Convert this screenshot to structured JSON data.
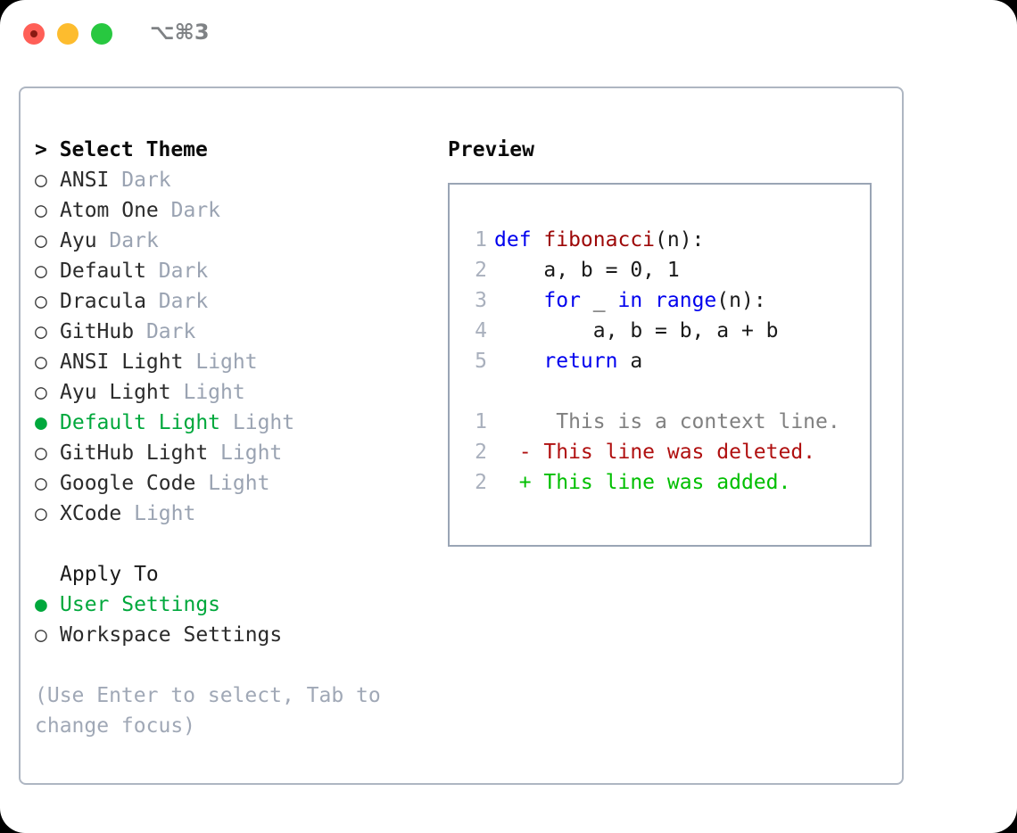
{
  "titlebar": {
    "shortcut": "⌥⌘3",
    "buttons": [
      {
        "name": "close",
        "color": "#ff5f57"
      },
      {
        "name": "minimize",
        "color": "#fdbc2e"
      },
      {
        "name": "maximize",
        "color": "#28c840"
      }
    ]
  },
  "theme_list": {
    "header": "> Select Theme",
    "items": [
      {
        "marker": "○",
        "name": "ANSI",
        "tag": "Dark",
        "selected": false
      },
      {
        "marker": "○",
        "name": "Atom One",
        "tag": "Dark",
        "selected": false
      },
      {
        "marker": "○",
        "name": "Ayu",
        "tag": "Dark",
        "selected": false
      },
      {
        "marker": "○",
        "name": "Default",
        "tag": "Dark",
        "selected": false
      },
      {
        "marker": "○",
        "name": "Dracula",
        "tag": "Dark",
        "selected": false
      },
      {
        "marker": "○",
        "name": "GitHub",
        "tag": "Dark",
        "selected": false
      },
      {
        "marker": "○",
        "name": "ANSI Light",
        "tag": "Light",
        "selected": false
      },
      {
        "marker": "○",
        "name": "Ayu Light",
        "tag": "Light",
        "selected": false
      },
      {
        "marker": "●",
        "name": "Default Light",
        "tag": "Light",
        "selected": true
      },
      {
        "marker": "○",
        "name": "GitHub Light",
        "tag": "Light",
        "selected": false
      },
      {
        "marker": "○",
        "name": "Google Code",
        "tag": "Light",
        "selected": false
      },
      {
        "marker": "○",
        "name": "XCode",
        "tag": "Light",
        "selected": false
      }
    ]
  },
  "apply_to": {
    "header": "Apply To",
    "items": [
      {
        "marker": "●",
        "name": "User Settings",
        "selected": true
      },
      {
        "marker": "○",
        "name": "Workspace Settings",
        "selected": false
      }
    ]
  },
  "hint": "(Use Enter to select, Tab to change focus)",
  "preview": {
    "title": "Preview",
    "code_lines": [
      {
        "number": "1",
        "segments": [
          {
            "text": "def ",
            "style": "kw"
          },
          {
            "text": "fibonacci",
            "style": "fn"
          },
          {
            "text": "(n):",
            "style": "pl"
          }
        ]
      },
      {
        "number": "2",
        "segments": [
          {
            "text": "    a, b = 0, 1",
            "style": "pl"
          }
        ]
      },
      {
        "number": "3",
        "segments": [
          {
            "text": "    ",
            "style": "pl"
          },
          {
            "text": "for",
            "style": "kw"
          },
          {
            "text": " _ ",
            "style": "pl"
          },
          {
            "text": "in",
            "style": "kw"
          },
          {
            "text": " ",
            "style": "pl"
          },
          {
            "text": "range",
            "style": "kw"
          },
          {
            "text": "(n):",
            "style": "pl"
          }
        ]
      },
      {
        "number": "4",
        "segments": [
          {
            "text": "        a, b = b, a + b",
            "style": "pl"
          }
        ]
      },
      {
        "number": "5",
        "segments": [
          {
            "text": "    ",
            "style": "pl"
          },
          {
            "text": "return",
            "style": "kw"
          },
          {
            "text": " a",
            "style": "pl"
          }
        ]
      }
    ],
    "diff_lines": [
      {
        "number": "1",
        "sign": " ",
        "text": "  This is a context line.",
        "style": "diff-ctx"
      },
      {
        "number": "2",
        "sign": "-",
        "text": " This line was deleted.",
        "style": "diff-del"
      },
      {
        "number": "2",
        "sign": "+",
        "text": " This line was added.",
        "style": "diff-add"
      }
    ]
  },
  "colors": {
    "accent_green": "#00a83c",
    "diff_added": "#00bf00",
    "diff_deleted": "#b01010",
    "keyword_blue": "#0000ee",
    "function_red": "#9d0707",
    "muted_gray": "#9aa3b2",
    "border": "#aeb6c2"
  }
}
